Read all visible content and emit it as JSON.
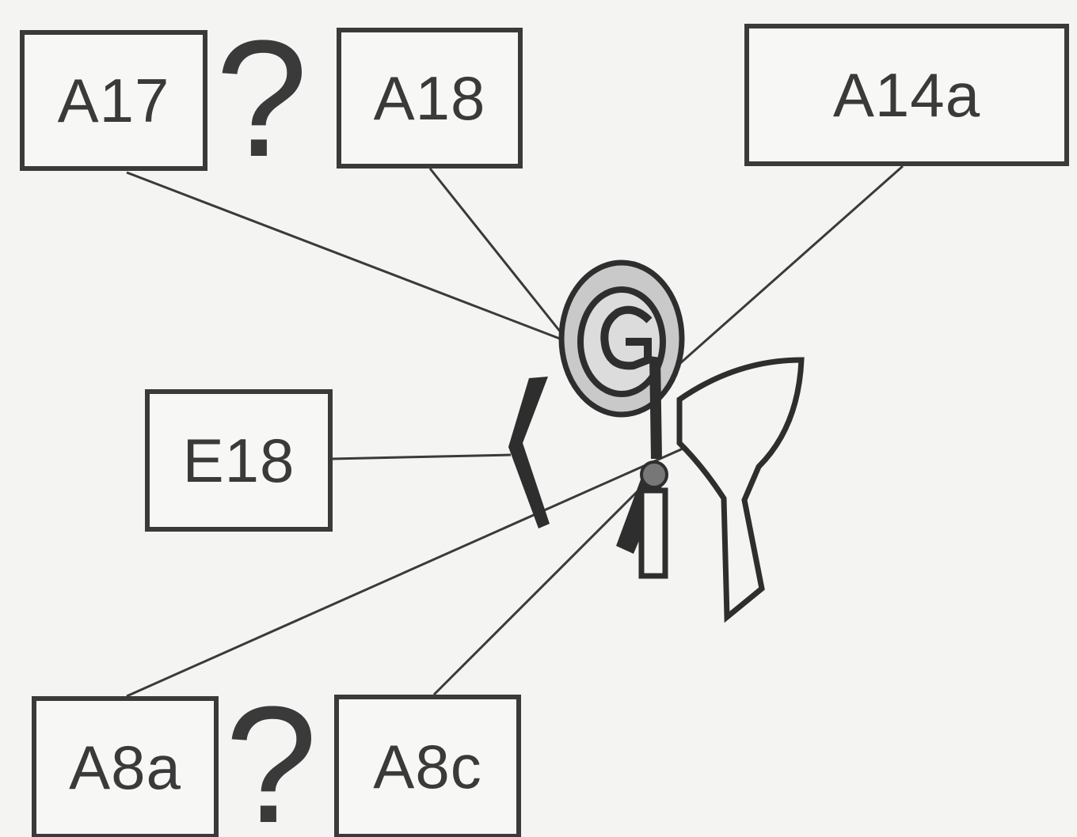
{
  "labels": {
    "a17": "A17",
    "a18": "A18",
    "a14a": "A14a",
    "e18": "E18",
    "a8a": "A8a",
    "a8c": "A8c"
  },
  "marks": {
    "question_top": "?",
    "question_bottom": "?"
  },
  "colors": {
    "ink": "#3a3a3a",
    "paper": "#f4f4f2",
    "shade": "#c8c8c8"
  }
}
